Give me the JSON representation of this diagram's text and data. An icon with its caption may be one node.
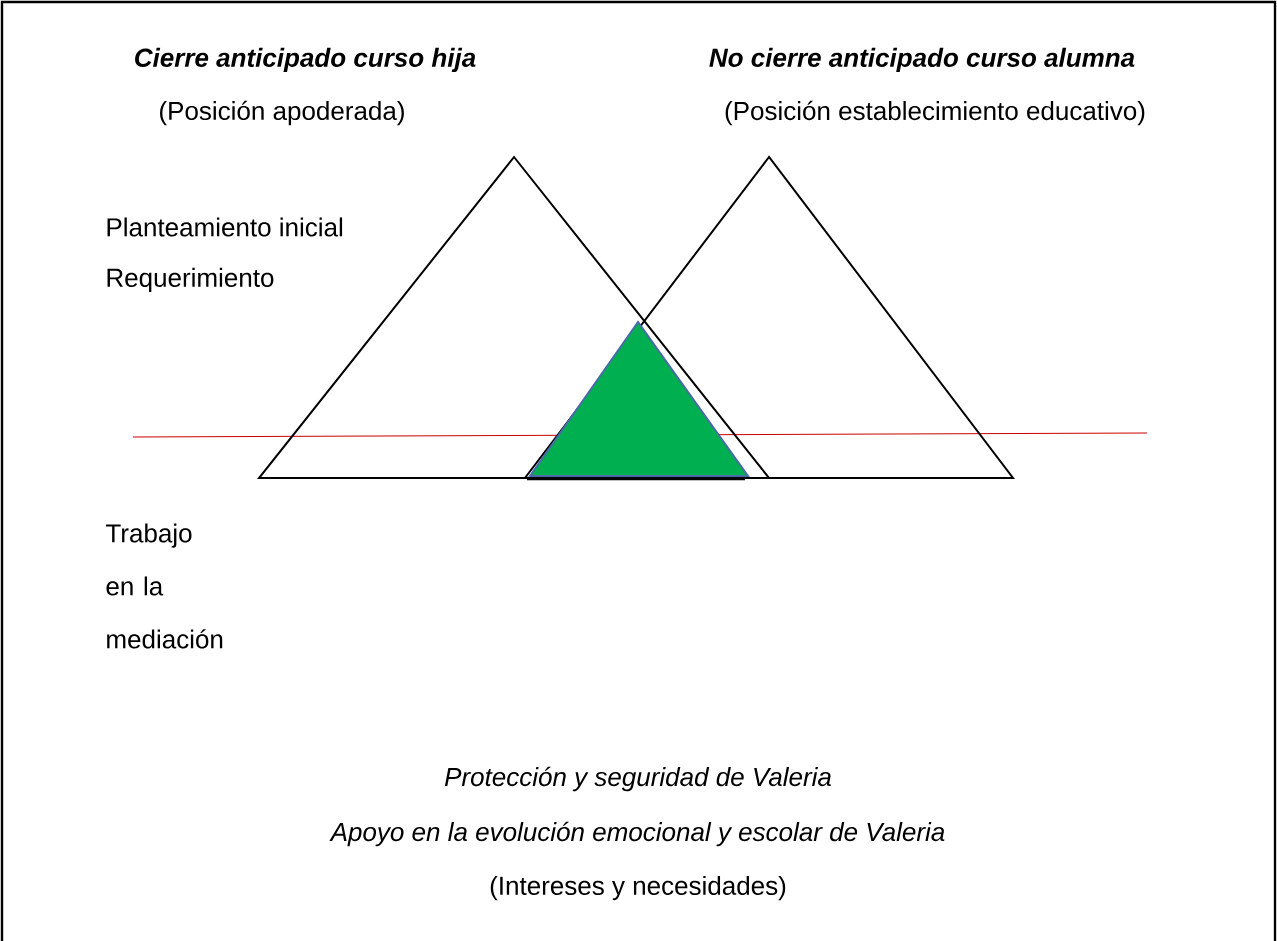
{
  "diagram": {
    "nodes": [
      {
        "text": [
          "Cierre anticipado curso hija",
          "(Posición apoderada)"
        ]
      },
      {
        "text": [
          "No cierre anticipado curso alumna",
          "(Posición establecimiento educativo)"
        ]
      },
      {
        "text": [],
        "shape": "triangle"
      }
    ],
    "labels": [
      "Planteamiento inicial",
      "Requerimiento",
      "Trabajo en la mediación",
      "Protección y seguridad de Valeria",
      "Apoyo en la evolución emocional y escolar de Valeria",
      "(Intereses y necesidades)"
    ]
  }
}
